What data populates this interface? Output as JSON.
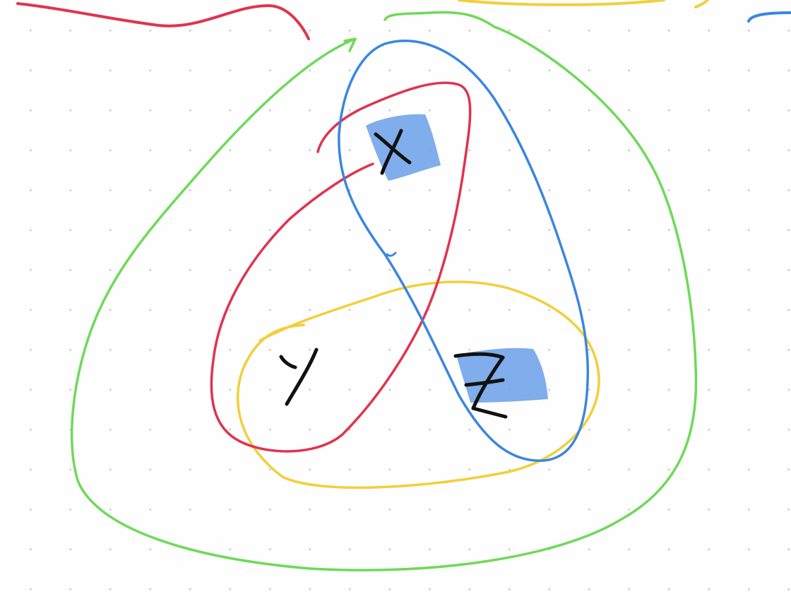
{
  "diagram": {
    "labels": [
      {
        "id": "x",
        "text": "x",
        "highlighted": true
      },
      {
        "id": "y",
        "text": "y",
        "highlighted": false
      },
      {
        "id": "z",
        "text": "z",
        "highlighted": true
      }
    ],
    "colors": {
      "background": "#fefefe",
      "grid_dot": "#c9c9c9",
      "green": "#6fd95a",
      "blue": "#3b86e0",
      "red": "#e0334f",
      "yellow": "#f2cf3a",
      "highlight": "#6a9fe8",
      "ink": "#111111"
    },
    "loops": [
      {
        "name": "outer-green-loop",
        "color": "green",
        "encloses": [
          "x",
          "y",
          "z"
        ]
      },
      {
        "name": "blue-loop",
        "color": "blue",
        "encloses": [
          "x",
          "z"
        ]
      },
      {
        "name": "red-loop",
        "color": "red",
        "encloses": [
          "x",
          "y"
        ]
      },
      {
        "name": "yellow-loop",
        "color": "yellow",
        "encloses": [
          "y",
          "z"
        ]
      }
    ]
  }
}
